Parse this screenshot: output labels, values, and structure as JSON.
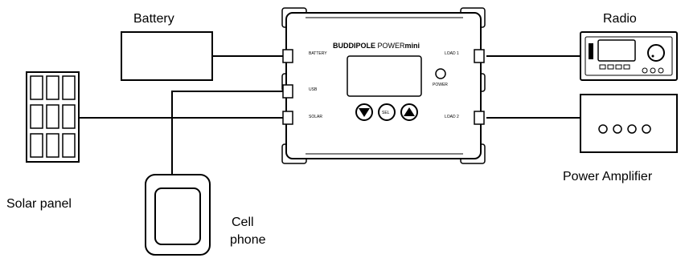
{
  "labels": {
    "battery": "Battery",
    "radio": "Radio",
    "solar_panel": "Solar panel",
    "power_amplifier": "Power Amplifier",
    "cell_phone_line1": "Cell",
    "cell_phone_line2": "phone"
  },
  "device": {
    "brand_bold": "BUDDIPOLE",
    "brand_regular": " POWER",
    "brand_mini": "mini",
    "port_battery": "BATTERY",
    "port_usb": "USB",
    "port_solar": "SOLAR",
    "port_load1": "LOAD 1",
    "port_load2": "LOAD 2",
    "power_label": "POWER",
    "sel_label": "SEL"
  }
}
